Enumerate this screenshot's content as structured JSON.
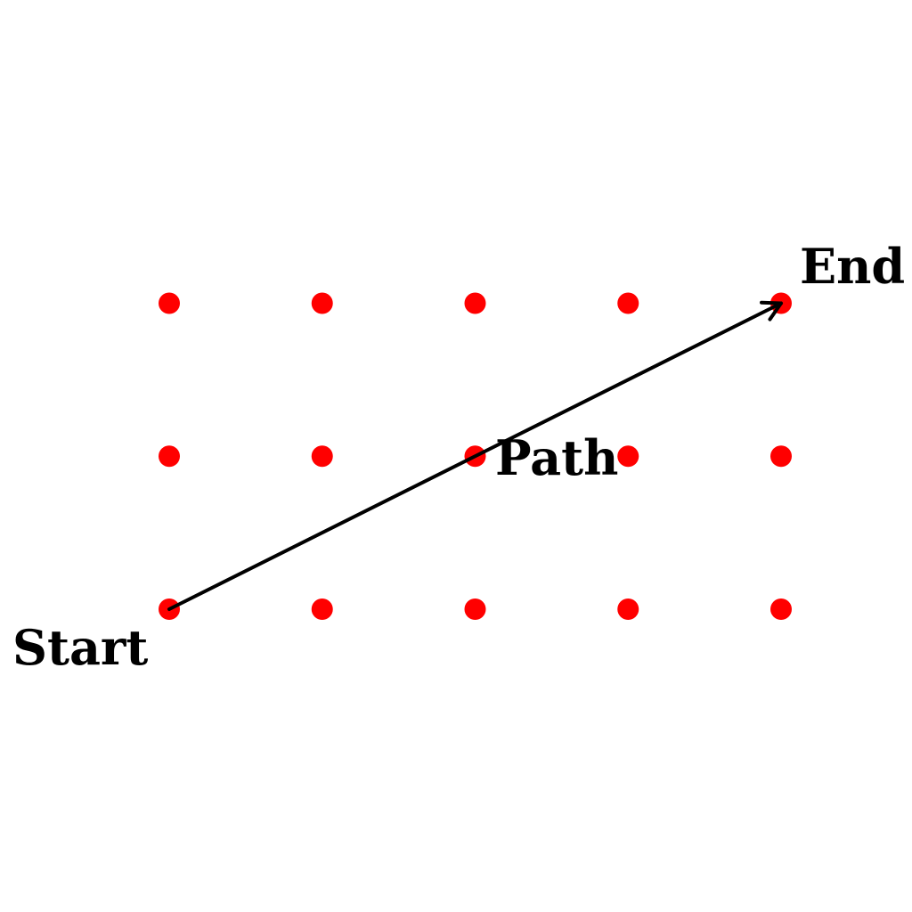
{
  "diagram": {
    "grid": {
      "columns": 5,
      "rows": 3,
      "dot_color": "#ff0000"
    },
    "path": {
      "from": {
        "col": 0,
        "row": 0
      },
      "to": {
        "col": 4,
        "row": 2
      },
      "color": "#000000"
    },
    "labels": {
      "start": "Start",
      "path": "Path",
      "end": "End"
    }
  }
}
